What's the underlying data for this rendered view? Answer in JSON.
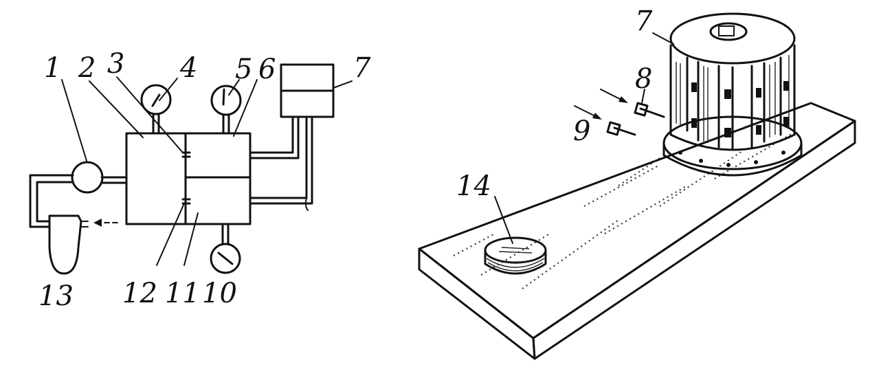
{
  "schematic": {
    "labels": {
      "l1": "1",
      "l2": "2",
      "l3": "3",
      "l4": "4",
      "l5": "5",
      "l6": "6",
      "l7": "7",
      "l10": "10",
      "l11": "11",
      "l12": "12",
      "l13": "13"
    }
  },
  "fixture": {
    "labels": {
      "l7": "7",
      "l8": "8",
      "l9": "9",
      "l14": "14"
    }
  },
  "colors": {
    "ink": "#111111",
    "paper": "#ffffff"
  }
}
